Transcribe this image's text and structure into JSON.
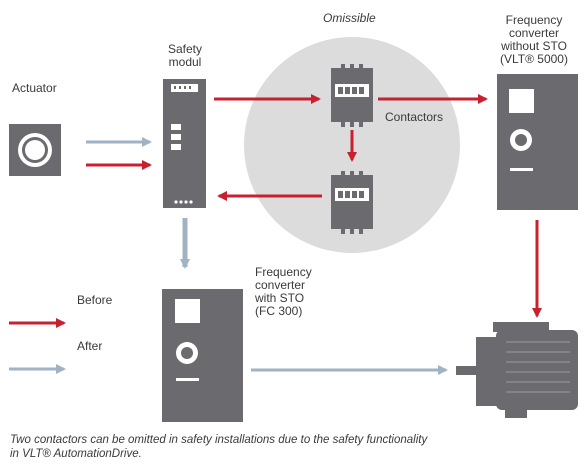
{
  "labels": {
    "actuator": "Actuator",
    "safety_modul": [
      "Safety",
      "modul"
    ],
    "omissible": "Omissible",
    "contactors": "Contactors",
    "fc_without_sto": [
      "Frequency",
      "converter",
      "without STO",
      "(VLT® 5000)"
    ],
    "fc_with_sto": [
      "Frequency",
      "converter",
      "with STO",
      "(FC 300)"
    ],
    "before": "Before",
    "after": "After"
  },
  "caption": [
    "Two contactors can be omitted in safety installations due to the safety functionality",
    "in VLT® AutomationDrive."
  ],
  "colors": {
    "before_arrow": "#c8202f",
    "after_arrow": "#9fb3c4",
    "device_gray": "#6b6a6f",
    "omissible_circle": "#dcdcdc"
  }
}
